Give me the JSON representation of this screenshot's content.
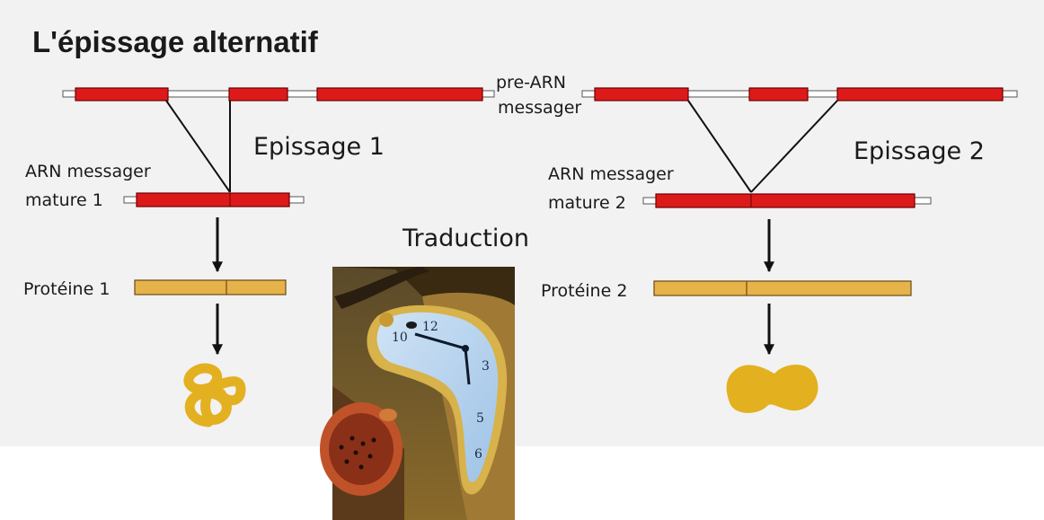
{
  "diagram": {
    "title": "L'épissage alternatif",
    "pre_arn": {
      "line1": "pre-ARN",
      "line2": "messager"
    },
    "left": {
      "splicing_label": "Epissage 1",
      "mature_line1": "ARN messager",
      "mature_line2": "mature 1",
      "protein_label": "Protéine 1"
    },
    "right": {
      "splicing_label": "Epissage 2",
      "mature_line1": "ARN messager",
      "mature_line2": "mature 2",
      "protein_label": "Protéine 2"
    },
    "translation_label": "Traduction"
  },
  "colors": {
    "background": "#f2f2f2",
    "exon": "#dd1a1a",
    "exon_stroke": "#6e0000",
    "intron": "#ffffff",
    "protein": "#e6b24a",
    "protein_stroke": "#6b4a12",
    "folded_protein": "#e3b020",
    "arrow": "#111111"
  },
  "painting": {
    "description_icon": "melting-clock-painting"
  }
}
